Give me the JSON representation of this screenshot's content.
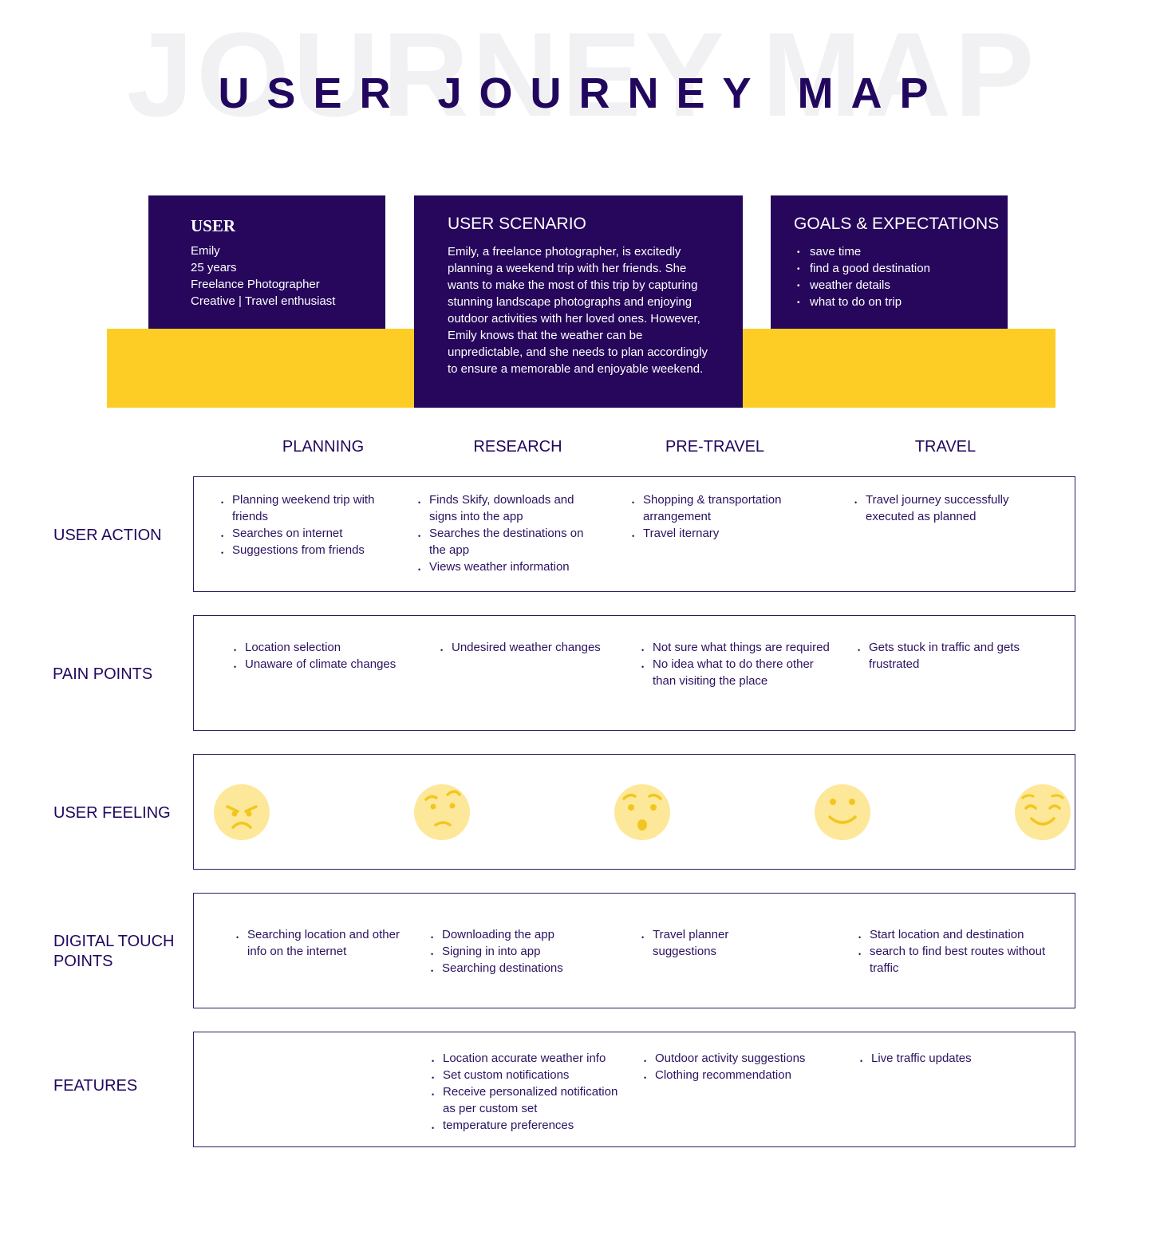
{
  "watermark": "JOURNEY MAP",
  "title": "USER JOURNEY MAP",
  "colors": {
    "primary": "#26075c",
    "accent": "#fdcd26",
    "emoji": "#fde89a",
    "emoji_feature": "#f6cf3a"
  },
  "user_card": {
    "title": "USER",
    "lines": [
      "Emily",
      "25 years",
      "Freelance Photographer",
      "Creative | Travel enthusiast"
    ]
  },
  "scenario_card": {
    "title": "USER SCENARIO",
    "text": "Emily, a freelance photographer, is excitedly planning a weekend trip with her friends. She wants to make the most of this trip by capturing stunning landscape photographs and enjoying outdoor activities  with her loved ones. However, Emily knows that the weather can be unpredictable, and she needs to plan accordingly to ensure a memorable and enjoyable weekend."
  },
  "goals_card": {
    "title": "GOALS & EXPECTATIONS",
    "items": [
      "save time",
      "find a good destination",
      "weather details",
      "what to do on trip"
    ]
  },
  "stages": [
    "PLANNING",
    "RESEARCH",
    "PRE-TRAVEL",
    "TRAVEL"
  ],
  "rows": {
    "user_action": {
      "label": "USER ACTION",
      "cells": [
        [
          "Planning weekend trip with friends",
          "Searches on internet",
          "Suggestions from friends"
        ],
        [
          "Finds Skify, downloads and signs into the app",
          "Searches the destinations on the app",
          "Views weather information"
        ],
        [
          "Shopping & transportation arrangement",
          "Travel iternary"
        ],
        [
          "Travel journey successfully executed as planned"
        ]
      ]
    },
    "pain_points": {
      "label": "PAIN POINTS",
      "cells": [
        [
          "Location selection",
          "Unaware of climate changes"
        ],
        [
          "Undesired weather changes"
        ],
        [
          "Not sure what things are required",
          "No idea what to do there other than visiting the place"
        ],
        [
          "Gets stuck in traffic and gets frustrated"
        ]
      ]
    },
    "user_feeling": {
      "label": "USER FEELING",
      "faces": [
        "angry-face-icon",
        "confused-face-icon",
        "surprised-face-icon",
        "smiling-face-icon",
        "happy-face-icon"
      ]
    },
    "digital_touch_points": {
      "label_lines": [
        "DIGITAL TOUCH",
        "POINTS"
      ],
      "cells": [
        [
          "Searching location and other info on the internet"
        ],
        [
          "Downloading the app",
          "Signing in into app",
          "Searching destinations"
        ],
        [
          "Travel planner suggestions"
        ],
        [
          "Start location and destination",
          "search to find best routes without traffic"
        ]
      ]
    },
    "features": {
      "label": "FEATURES",
      "cells": [
        [],
        [
          "Location accurate weather info",
          "Set custom notifications",
          "Receive personalized notification as per custom set",
          "temperature preferences"
        ],
        [
          "Outdoor activity suggestions",
          "Clothing recommendation"
        ],
        [
          "Live traffic updates"
        ]
      ]
    }
  }
}
